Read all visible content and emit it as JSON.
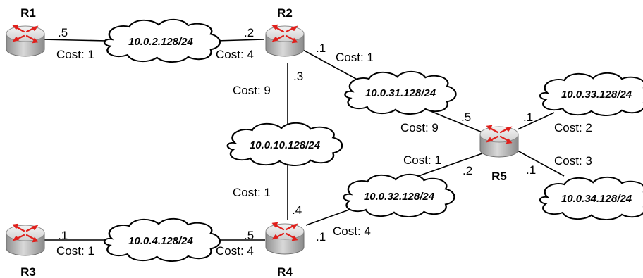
{
  "routers": {
    "r1": {
      "name": "R1"
    },
    "r2": {
      "name": "R2"
    },
    "r3": {
      "name": "R3"
    },
    "r4": {
      "name": "R4"
    },
    "r5": {
      "name": "R5"
    }
  },
  "networks": {
    "n2": "10.0.2.128/24",
    "n31": "10.0.31.128/24",
    "n33": "10.0.33.128/24",
    "n10": "10.0.10.128/24",
    "n32": "10.0.32.128/24",
    "n34": "10.0.34.128/24",
    "n4": "10.0.4.128/24"
  },
  "interfaces": {
    "r1_n2": ".5",
    "r2_n2": ".2",
    "r2_n31": ".1",
    "r2_n10": ".3",
    "r5_n31": ".5",
    "r5_n33": ".1",
    "r5_n32": ".2",
    "r5_n34": ".1",
    "r4_n10": ".4",
    "r4_n4": ".5",
    "r4_n32": ".1",
    "r3_n4": ".1"
  },
  "costs": {
    "r1_n2": "Cost: 1",
    "r2_n2": "Cost: 4",
    "r2_n31": "Cost: 1",
    "r2_n10": "Cost: 9",
    "r5_n31": "Cost: 9",
    "r5_n33": "Cost: 2",
    "r5_n32": "Cost: 1",
    "r5_n34": "Cost: 3",
    "r4_n10": "Cost: 1",
    "r4_n32": "Cost: 4",
    "r3_n4": "Cost: 1",
    "r4_n4": "Cost: 4"
  },
  "colors": {
    "router_body": "#b8b8b8",
    "router_top": "#e6e6e6",
    "router_arrow": "#e0201c",
    "line": "#000000"
  }
}
